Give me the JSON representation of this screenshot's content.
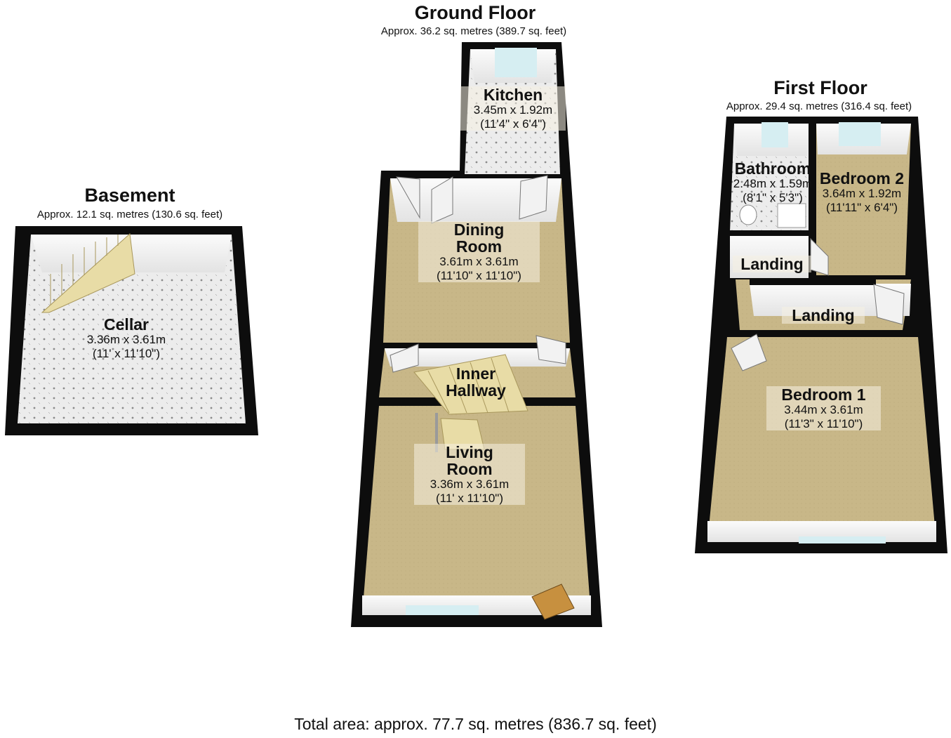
{
  "floors": {
    "basement": {
      "title": "Basement",
      "area": "Approx. 12.1 sq. metres (130.6 sq. feet)"
    },
    "ground": {
      "title": "Ground Floor",
      "area": "Approx. 36.2 sq. metres (389.7 sq. feet)"
    },
    "first": {
      "title": "First Floor",
      "area": "Approx. 29.4 sq. metres (316.4 sq. feet)"
    }
  },
  "rooms": {
    "cellar": {
      "name": "Cellar",
      "metric": "3.36m x 3.61m",
      "imperial": "(11' x 11'10\")"
    },
    "kitchen": {
      "name": "Kitchen",
      "metric": "3.45m x 1.92m",
      "imperial": "(11'4\" x 6'4\")"
    },
    "dining": {
      "name_1": "Dining",
      "name_2": "Room",
      "metric": "3.61m x 3.61m",
      "imperial": "(11'10\" x 11'10\")"
    },
    "inner_hall": {
      "name_1": "Inner",
      "name_2": "Hallway"
    },
    "living": {
      "name_1": "Living",
      "name_2": "Room",
      "metric": "3.36m x 3.61m",
      "imperial": "(11' x 11'10\")"
    },
    "bathroom": {
      "name": "Bathroom",
      "metric": "2.48m x 1.59m",
      "imperial": "(8'1\" x 5'3\")"
    },
    "bedroom2": {
      "name": "Bedroom 2",
      "metric": "3.64m x 1.92m",
      "imperial": "(11'11\" x 6'4\")"
    },
    "landing_a": {
      "name": "Landing"
    },
    "landing_b": {
      "name": "Landing"
    },
    "bedroom1": {
      "name": "Bedroom 1",
      "metric": "3.44m x 3.61m",
      "imperial": "(11'3\" x 11'10\")"
    }
  },
  "total_area": "Total area: approx. 77.7 sq. metres (836.7 sq. feet)",
  "colors": {
    "wall": "#0d0d0d",
    "carpet": "#c9b88a",
    "tile": "#e6e6e6",
    "wall_face": "#f4f4f4",
    "glass": "#cfe9ef"
  }
}
